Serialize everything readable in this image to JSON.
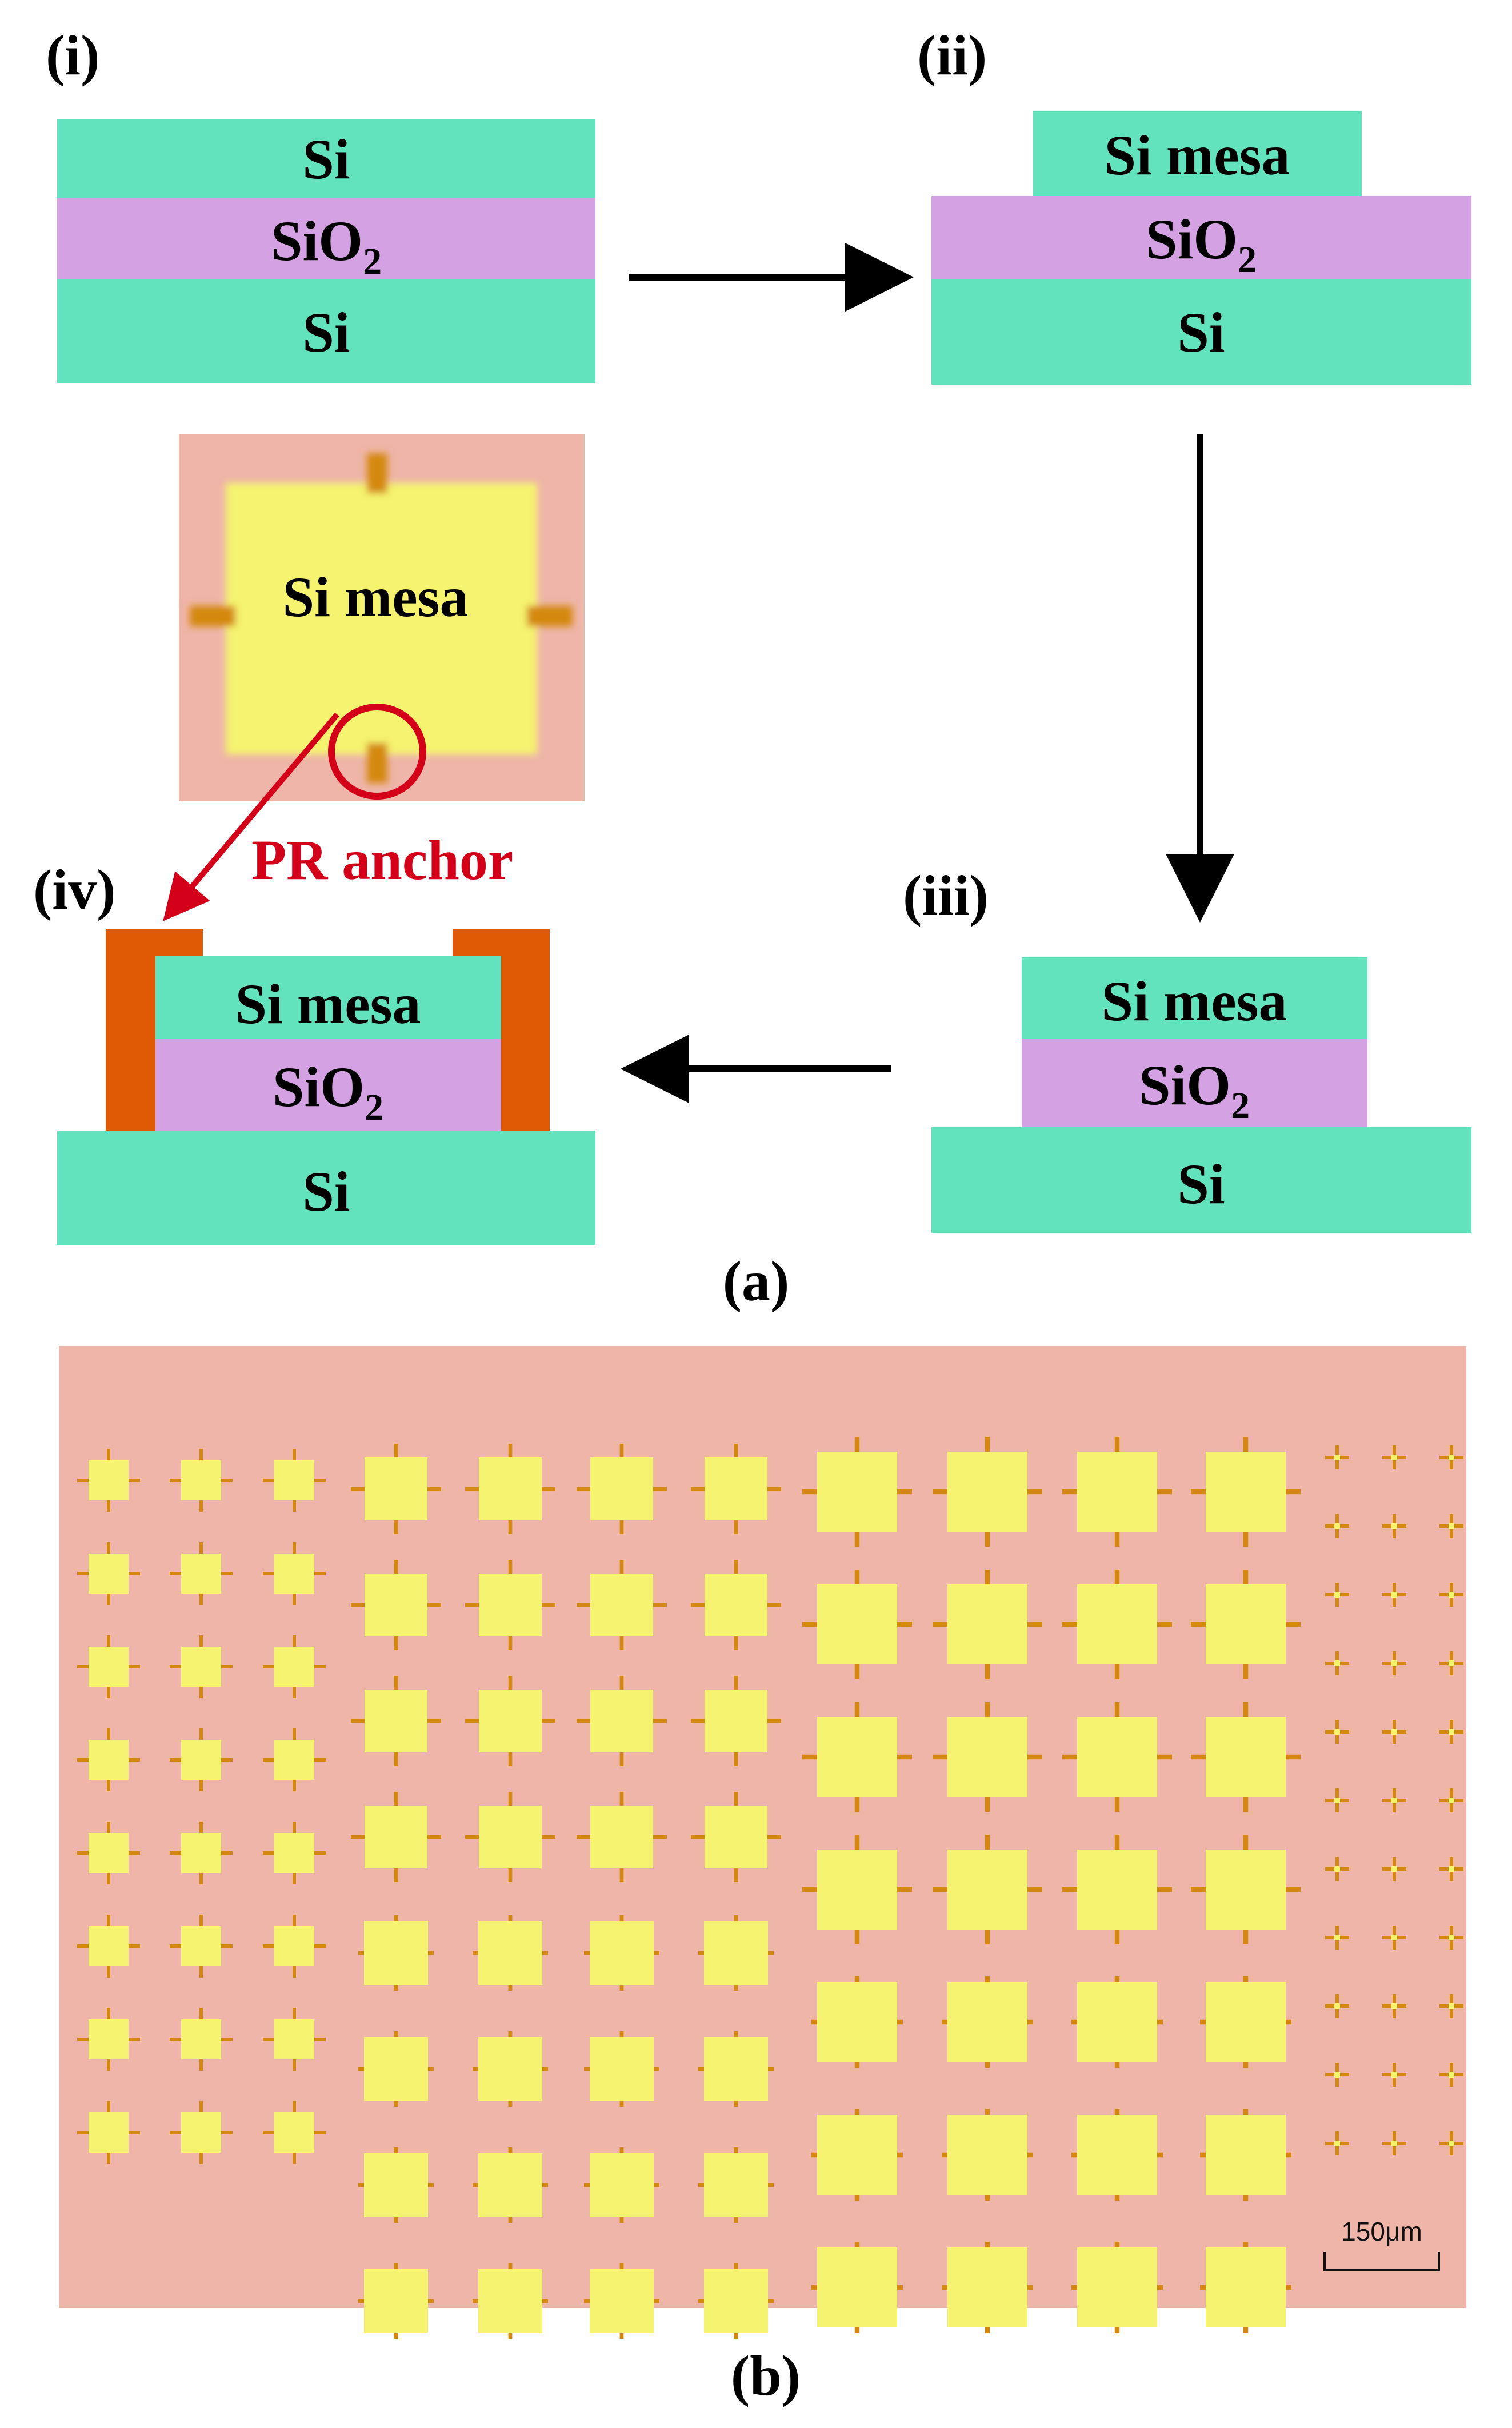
{
  "labels": {
    "step_i": "(i)",
    "step_ii": "(ii)",
    "step_iii": "(iii)",
    "step_iv": "(iv)",
    "panel_a": "(a)",
    "panel_b": "(b)",
    "si": "Si",
    "sio2_base": "SiO",
    "sio2_sub": "2",
    "si_mesa": "Si mesa",
    "pr_anchor": "PR anchor",
    "scale_bar": "150μm"
  },
  "colors": {
    "si": "#62e3bd",
    "sio2": "#d4a2e2",
    "pr": "#e05a05",
    "substrate": "#eeb5a8",
    "mesa": "#f5f370",
    "anchor": "#d4880f",
    "highlight": "#d4001a"
  },
  "icons": [
    "arrow-right",
    "arrow-down",
    "arrow-left",
    "red-circle-highlight",
    "red-arrow"
  ]
}
